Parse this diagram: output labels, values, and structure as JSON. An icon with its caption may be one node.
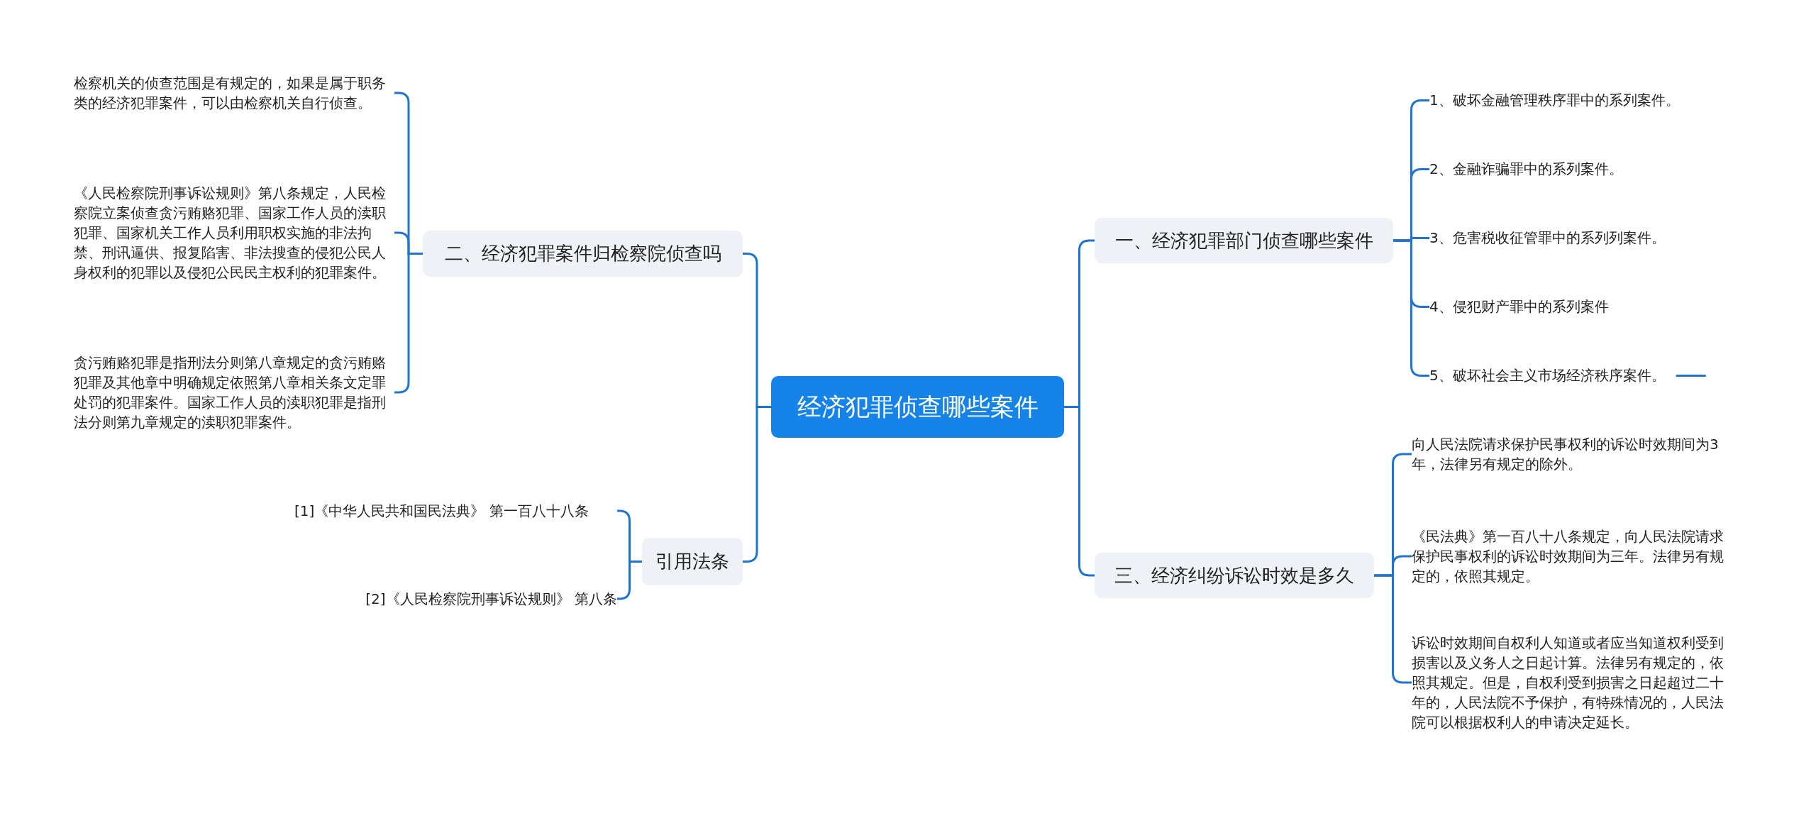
{
  "diagram": {
    "nodes": [
      {
        "text": [
          "经济犯罪侦查哪些案件"
        ]
      },
      {
        "text": [
          "二、经济犯罪案件归检察院侦查吗"
        ]
      },
      {
        "text": [
          "检察机关的侦查范围是有规定的，如果是属于职务类的经济犯罪案件，可以由检察机关自行侦查。"
        ]
      },
      {
        "text": [
          "《人民检察院刑事诉讼规则》第八条规定，人民检察院立案侦查贪污贿赂犯罪、国家工作人员的渎职犯罪、国家机关工作人员利用职权实施的非法拘禁、刑讯逼供、报复陷害、非法搜查的侵犯公民人身权利的犯罪以及侵犯公民民主权利的犯罪案件。"
        ]
      },
      {
        "text": [
          "贪污贿赂犯罪是指刑法分则第八章规定的贪污贿赂犯罪及其他章中明确规定依照第八章相关条文定罪处罚的犯罪案件。国家工作人员的渎职犯罪是指刑法分则第九章规定的渎职犯罪案件。"
        ]
      },
      {
        "text": [
          "引用法条"
        ]
      },
      {
        "text": [
          "[1]《中华人民共和国民法典》 第一百八十八条"
        ]
      },
      {
        "text": [
          "[2]《人民检察院刑事诉讼规则》 第八条"
        ]
      },
      {
        "text": [
          "一、经济犯罪部门侦查哪些案件"
        ]
      },
      {
        "text": [
          "1、破坏金融管理秩序罪中的系列案件。"
        ]
      },
      {
        "text": [
          "2、金融诈骗罪中的系列案件。"
        ]
      },
      {
        "text": [
          "3、危害税收征管罪中的系列列案件。"
        ]
      },
      {
        "text": [
          "4、侵犯财产罪中的系列案件"
        ]
      },
      {
        "text": [
          "5、破坏社会主义市场经济秩序案件。"
        ]
      },
      {
        "text": [
          "三、经济纠纷诉讼时效是多久"
        ]
      },
      {
        "text": [
          "向人民法院请求保护民事权利的诉讼时效期间为3年，法律另有规定的除外。"
        ]
      },
      {
        "text": [
          "《民法典》第一百八十八条规定，向人民法院请求保护民事权利的诉讼时效期间为三年。法律另有规定的，依照其规定。"
        ]
      },
      {
        "text": [
          "诉讼时效期间自权利人知道或者应当知道权利受到损害以及义务人之日起计算。法律另有规定的，依照其规定。但是，自权利受到损害之日起超过二十年的，人民法院不予保护，有特殊情况的，人民法院可以根据权利人的申请决定延长。"
        ]
      }
    ],
    "edges": [
      {
        "from": 0,
        "to": 1,
        "arrow": "none"
      },
      {
        "from": 1,
        "to": 2,
        "arrow": "none"
      },
      {
        "from": 1,
        "to": 3,
        "arrow": "none"
      },
      {
        "from": 1,
        "to": 4,
        "arrow": "none"
      },
      {
        "from": 0,
        "to": 5,
        "arrow": "none"
      },
      {
        "from": 5,
        "to": 6,
        "arrow": "none"
      },
      {
        "from": 5,
        "to": 7,
        "arrow": "none"
      },
      {
        "from": 0,
        "to": 8,
        "arrow": "none"
      },
      {
        "from": 8,
        "to": 9,
        "arrow": "none"
      },
      {
        "from": 8,
        "to": 10,
        "arrow": "none"
      },
      {
        "from": 8,
        "to": 11,
        "arrow": "none"
      },
      {
        "from": 8,
        "to": 12,
        "arrow": "none"
      },
      {
        "from": 8,
        "to": 13,
        "arrow": "none"
      },
      {
        "from": 13,
        "to": null,
        "arrow": "none"
      },
      {
        "from": 0,
        "to": 14,
        "arrow": "none"
      },
      {
        "from": 14,
        "to": 15,
        "arrow": "none"
      },
      {
        "from": 14,
        "to": 16,
        "arrow": "none"
      },
      {
        "from": 14,
        "to": 17,
        "arrow": "none"
      }
    ]
  }
}
